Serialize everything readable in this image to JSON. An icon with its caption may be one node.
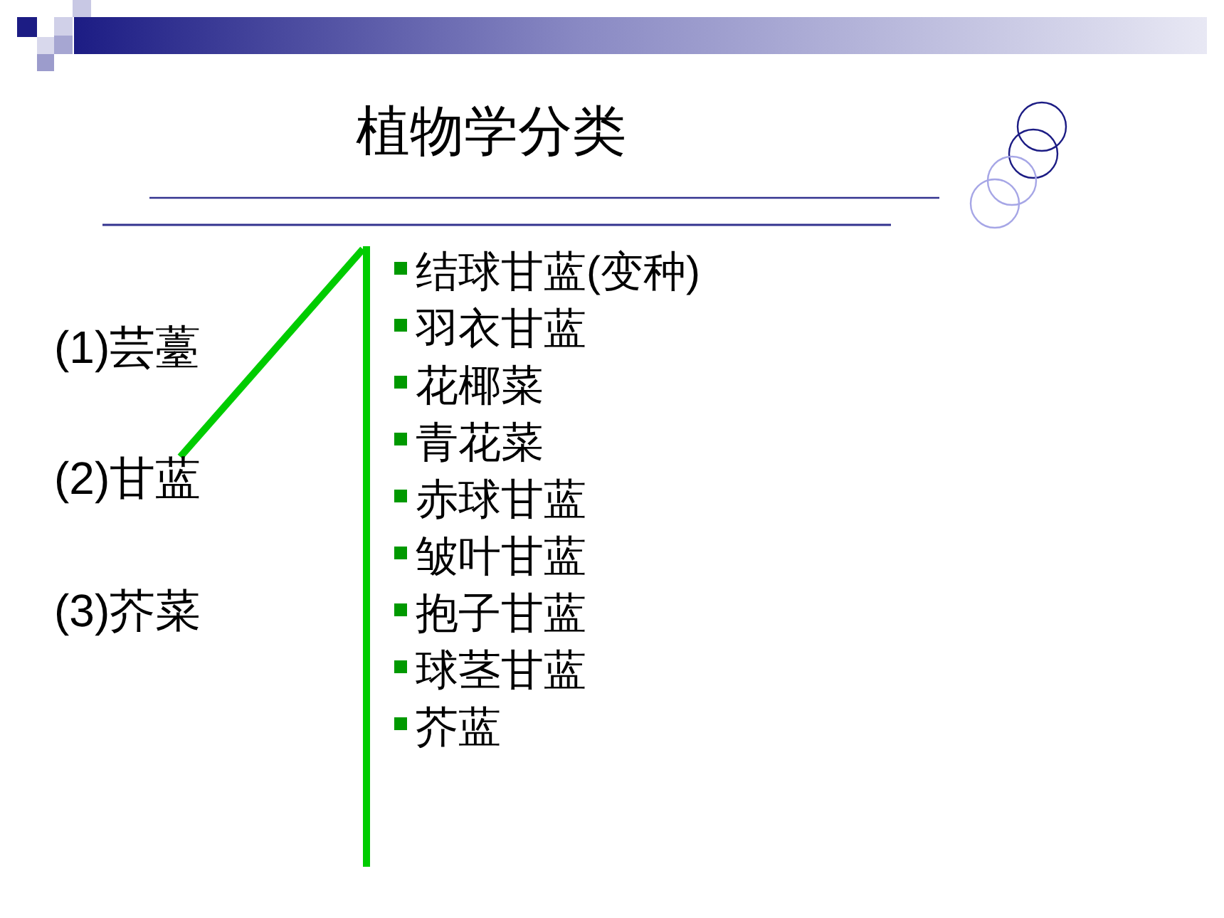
{
  "diagram": {
    "title": "植物学分类",
    "nodes": [
      {
        "text": [
          "(2)甘蓝"
        ]
      },
      {
        "text": [],
        "shape": "bar"
      }
    ],
    "edges": [
      {
        "from": 0,
        "to": 1,
        "arrow": "none",
        "color": "#00cc00"
      }
    ],
    "labels": [
      "(1)芸薹",
      "(3)芥菜",
      "结球甘蓝(变种)",
      "羽衣甘蓝",
      "花椰菜",
      "青花菜",
      "赤球甘蓝",
      "皱叶甘蓝",
      "抱子甘蓝",
      "球茎甘蓝",
      "芥蓝"
    ]
  }
}
